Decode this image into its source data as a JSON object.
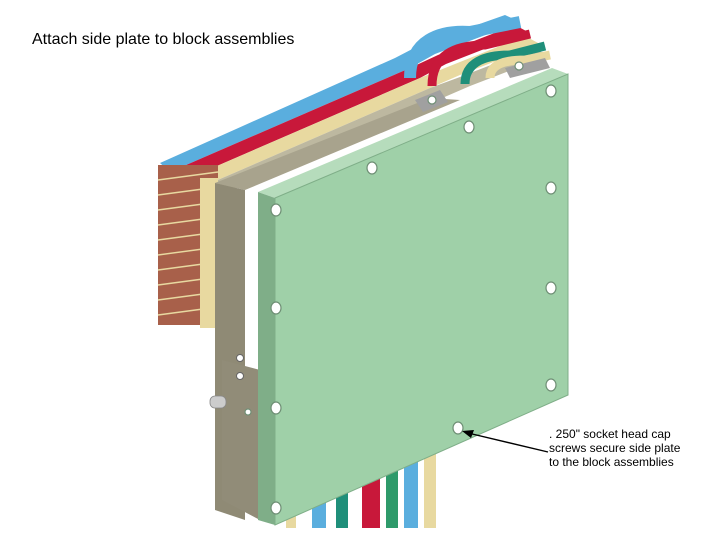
{
  "title": "Attach side plate to block assemblies",
  "callout": ". 250\" socket head cap screws secure side plate to the block assemblies",
  "colors": {
    "plate_face": "#9fd0a8",
    "plate_edge": "#7fae88",
    "plate_top": "#b6dcbc",
    "block_gray": "#8f8a75",
    "block_gray_light": "#a8a38d",
    "tan": "#e8d9a0",
    "red": "#c8183a",
    "blue": "#5aaede",
    "teal": "#1f8f7a",
    "green_tube": "#5fb07a",
    "brick": "#a8604a",
    "screw": "#ffffff"
  },
  "parts": {
    "screw_count": 14
  }
}
